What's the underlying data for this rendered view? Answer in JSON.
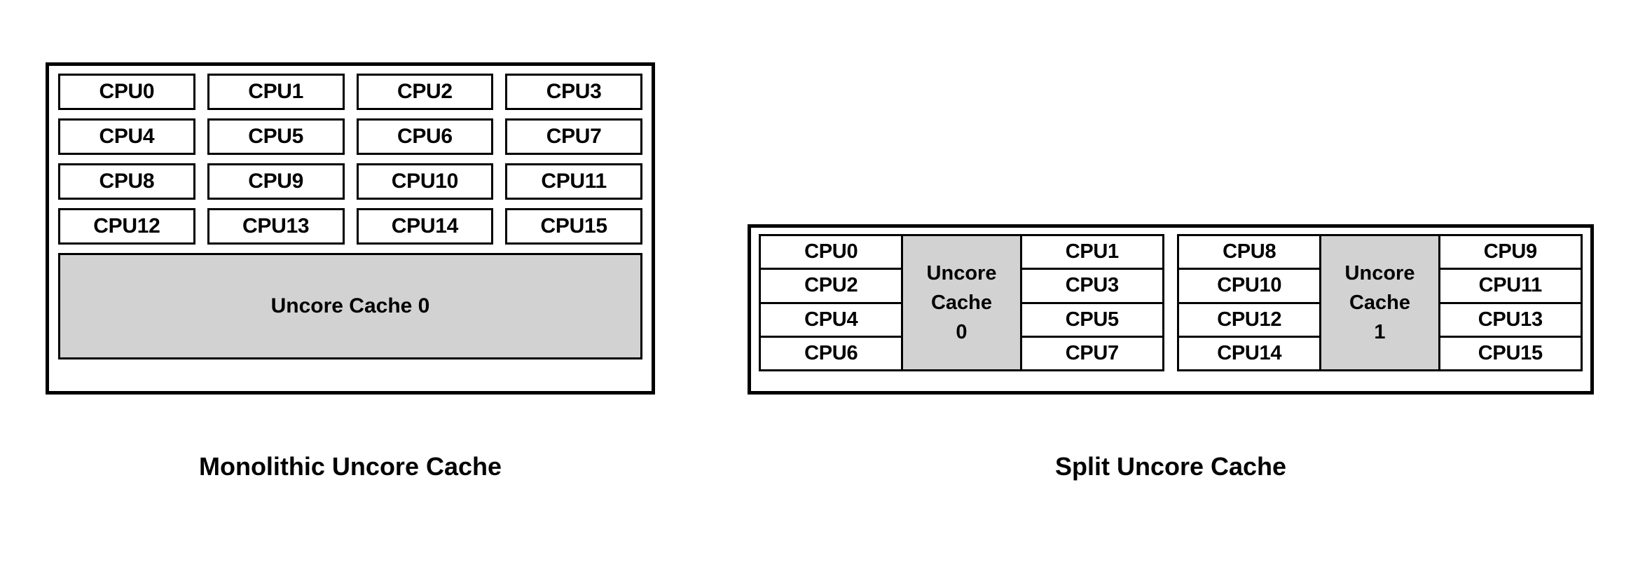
{
  "figures": {
    "monolithic": {
      "caption": "Monolithic Uncore Cache",
      "cpus": [
        "CPU0",
        "CPU1",
        "CPU2",
        "CPU3",
        "CPU4",
        "CPU5",
        "CPU6",
        "CPU7",
        "CPU8",
        "CPU9",
        "CPU10",
        "CPU11",
        "CPU12",
        "CPU13",
        "CPU14",
        "CPU15"
      ],
      "uncore_cache_label": "Uncore Cache 0"
    },
    "split": {
      "caption": "Split Uncore Cache",
      "groups": [
        {
          "left_cpus": [
            "CPU0",
            "CPU2",
            "CPU4",
            "CPU6"
          ],
          "uncore_line1": "Uncore",
          "uncore_line2": "Cache",
          "uncore_line3": "0",
          "right_cpus": [
            "CPU1",
            "CPU3",
            "CPU5",
            "CPU7"
          ]
        },
        {
          "left_cpus": [
            "CPU8",
            "CPU10",
            "CPU12",
            "CPU14"
          ],
          "uncore_line1": "Uncore",
          "uncore_line2": "Cache",
          "uncore_line3": "1",
          "right_cpus": [
            "CPU9",
            "CPU11",
            "CPU13",
            "CPU15"
          ]
        }
      ]
    }
  },
  "colors": {
    "background": "#ffffff",
    "outline": "#000000",
    "cache_fill": "#d2d2d2",
    "text": "#000000"
  }
}
